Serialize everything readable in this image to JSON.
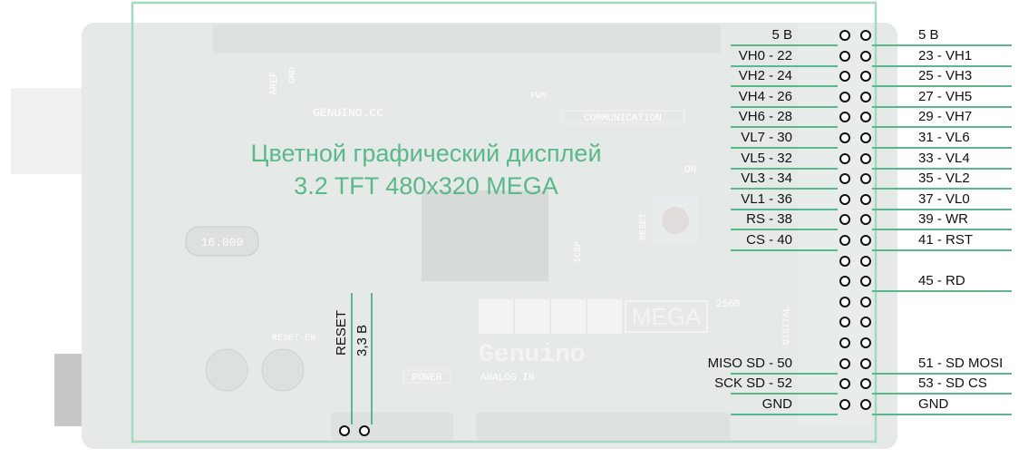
{
  "title": {
    "line1": "Цветной графический дисплей",
    "line2": "3.2 TFT 480x320 MEGA"
  },
  "left_labels": [
    "5 В",
    "VH0 - 22",
    "VH2 - 24",
    "VH4 - 26",
    "VH6 - 28",
    "VL7 - 30",
    "VL5 - 32",
    "VL3 - 34",
    "VL1 - 36",
    "RS - 38",
    "CS - 40",
    "",
    "",
    "",
    "",
    "",
    "MISO SD - 50",
    "SCK SD - 52",
    "GND"
  ],
  "right_labels": [
    "5 В",
    "23 - VH1",
    "25 - VH3",
    "27 - VH5",
    "29 - VH7",
    "31 - VL6",
    "33 - VL4",
    "35 - VL2",
    "37 - VL0",
    "39 - WR",
    "41 - RST",
    "",
    "45 - RD",
    "",
    "",
    "",
    "51 - SD MOSI",
    "53 - SD CS",
    "GND"
  ],
  "power_labels": [
    "RESET",
    "3,3 В"
  ],
  "board_text": {
    "brand": "Genuino",
    "site": "GENUINO.CC",
    "model": "MEGA",
    "model_number": "2560",
    "communication": "COMMUNICATION",
    "power": "POWER",
    "analog_in": "ANALOG IN",
    "pwm": "PWM",
    "crystal": "16.000",
    "on": "ON",
    "reset": "RESET",
    "icsp": "ICSP",
    "reset_en": "RESET-EN",
    "aref": "AREF",
    "gnd": "GND",
    "digital": "DIGITAL"
  },
  "colors": {
    "accent": "#5ab88a",
    "board": "#cfd8d6"
  }
}
